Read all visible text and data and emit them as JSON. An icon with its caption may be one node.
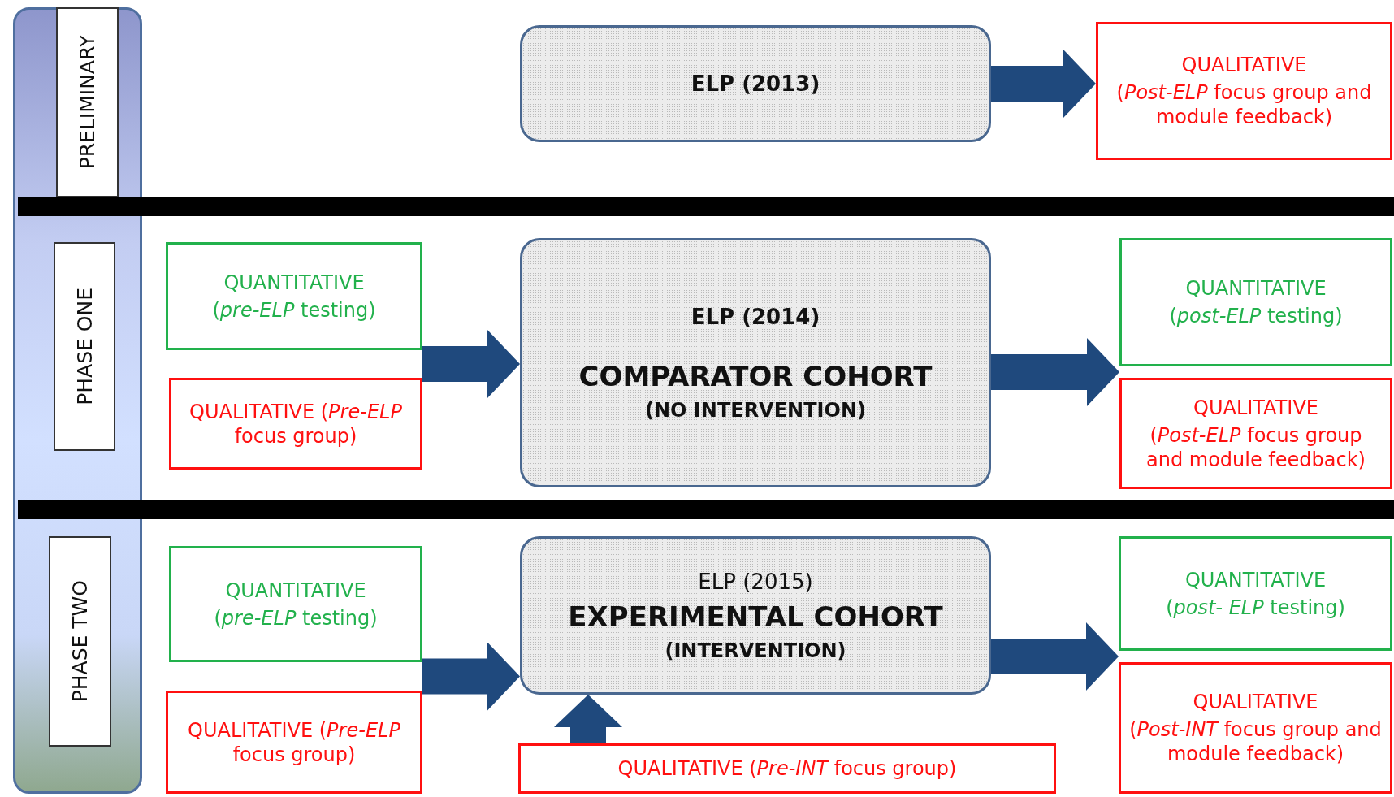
{
  "diagram": {
    "nodes": [
      {
        "text": [
          "PRELIMINARY"
        ]
      },
      {
        "text": [
          "ELP (2013)"
        ]
      },
      {
        "text": [
          "QUALITATIVE",
          "(*Post-ELP* focus group and module feedback)"
        ]
      },
      {
        "text": [
          "PHASE ONE"
        ]
      },
      {
        "text": [
          "QUANTITATIVE",
          "(*pre-ELP* testing)"
        ]
      },
      {
        "text": [
          "QUALITATIVE (*Pre-ELP* focus group)"
        ]
      },
      {
        "text": [
          "ELP (2014)",
          "COMPARATOR COHORT",
          "(NO INTERVENTION)"
        ]
      },
      {
        "text": [
          "QUANTITATIVE",
          "(*post-ELP* testing)"
        ]
      },
      {
        "text": [
          "QUALITATIVE",
          "(*Post-ELP* focus group and module feedback)"
        ]
      },
      {
        "text": [
          "PHASE TWO"
        ]
      },
      {
        "text": [
          "QUANTITATIVE",
          "(*pre-ELP* testing)"
        ]
      },
      {
        "text": [
          "QUALITATIVE (*Pre-ELP* focus group)"
        ]
      },
      {
        "text": [
          "ELP (2015)",
          "EXPERIMENTAL COHORT",
          "(INTERVENTION)"
        ]
      },
      {
        "text": [
          "QUALITATIVE (*Pre-INT* focus group)"
        ]
      },
      {
        "text": [
          "QUANTITATIVE",
          "(*post- ELP* testing)"
        ]
      },
      {
        "text": [
          "QUALITATIVE",
          "(*Post-INT* focus group and module feedback)"
        ]
      },
      {
        "text": [],
        "shape": "bar"
      },
      {
        "text": [],
        "shape": "bar"
      }
    ],
    "edges": [
      {
        "from": 1,
        "to": 2,
        "arrow": "to"
      },
      {
        "from": 4,
        "to": 6,
        "arrow": "to"
      },
      {
        "from": 5,
        "to": 6,
        "arrow": "to"
      },
      {
        "from": 6,
        "to": 7,
        "arrow": "to"
      },
      {
        "from": 6,
        "to": 8,
        "arrow": "to"
      },
      {
        "from": 10,
        "to": 12,
        "arrow": "to"
      },
      {
        "from": 11,
        "to": 12,
        "arrow": "to"
      },
      {
        "from": 13,
        "to": 12,
        "arrow": "to"
      },
      {
        "from": 12,
        "to": 14,
        "arrow": "to"
      },
      {
        "from": 12,
        "to": 15,
        "arrow": "to"
      }
    ]
  }
}
